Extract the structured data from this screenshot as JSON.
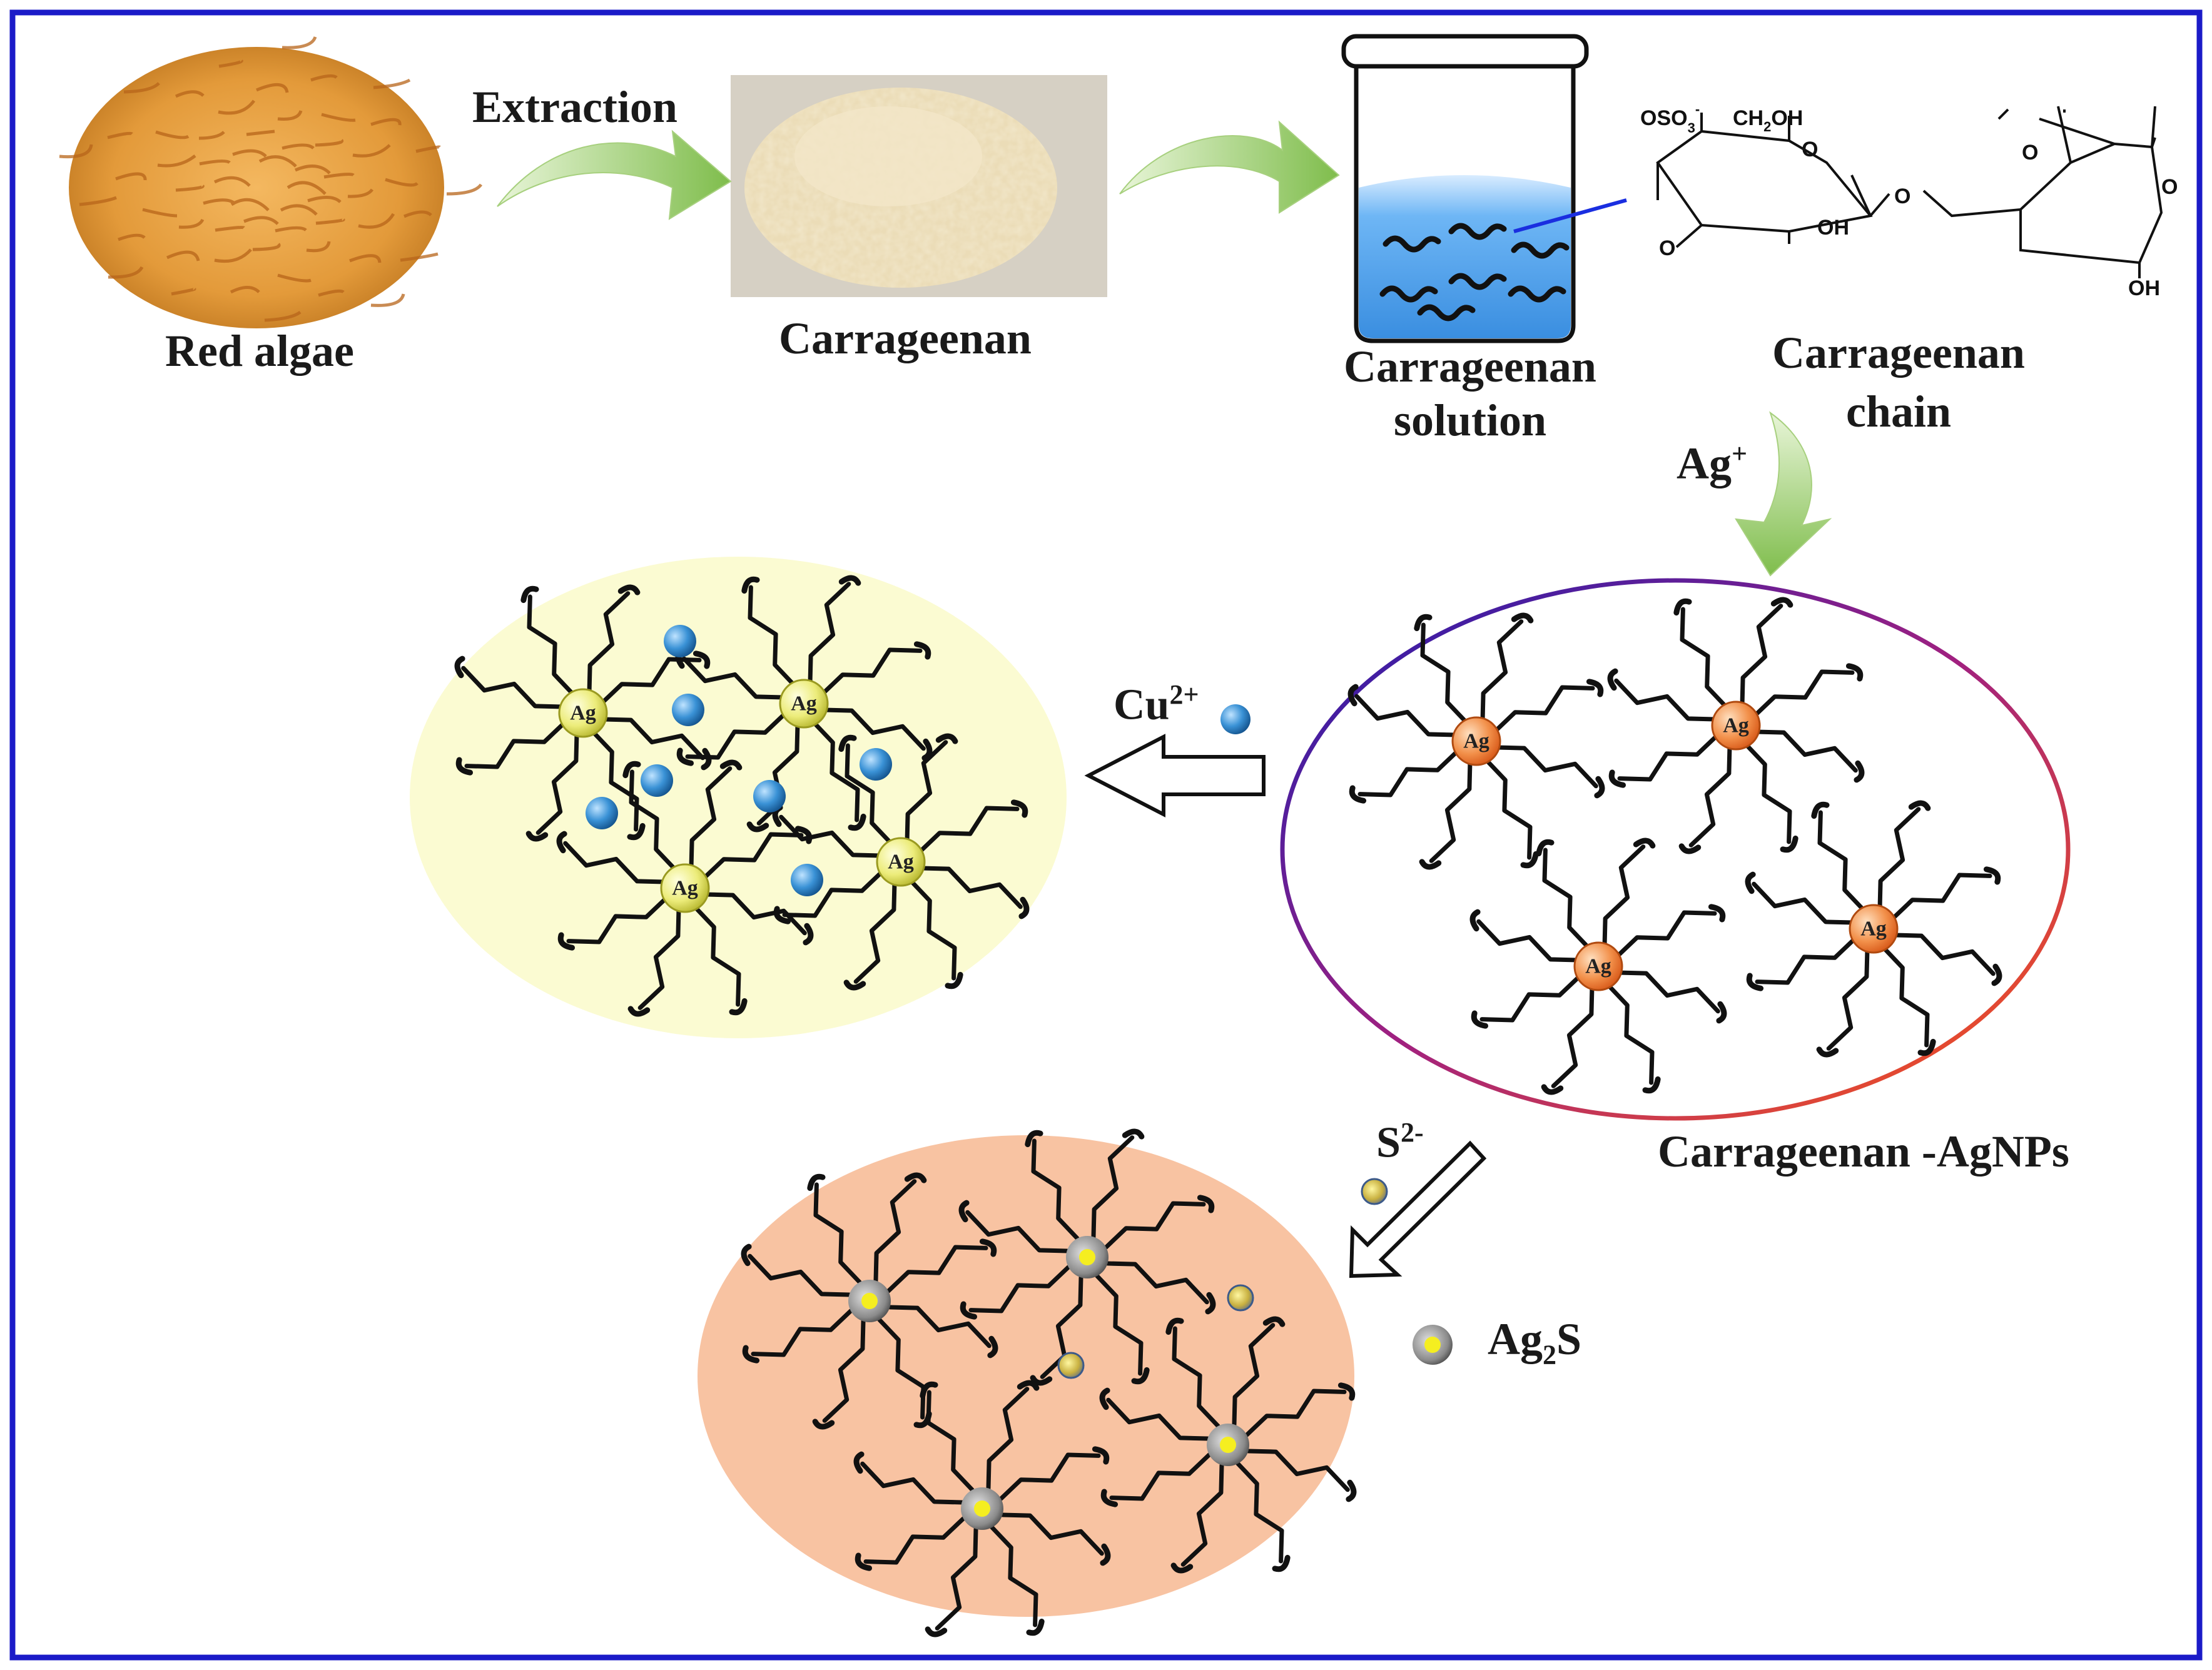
{
  "labels": {
    "red_algae": "Red  algae",
    "extraction": "Extraction",
    "carrageenan": "Carrageenan",
    "solution_line1": "Carrageenan",
    "solution_line2": "solution",
    "chain_line1": "Carrageenan",
    "chain_line2": "chain",
    "ag_ion": "Ag",
    "ag_ion_sup": "+",
    "cu_ion": "Cu",
    "cu_ion_sup": "2+",
    "s_ion": "S",
    "s_ion_sup": "2-",
    "agnps": "Carrageenan -AgNPs",
    "ag2s_base": "Ag",
    "ag2s_sub": "2",
    "ag2s_end": "S",
    "particle_label": "Ag"
  },
  "chemistry": {
    "oso3": "OSO",
    "oso3_sub": "3",
    "oso3_sup": "-",
    "ch2oh": "CH",
    "ch2oh_sub": "2",
    "ch2oh_end": "OH",
    "o": "O",
    "oh": "OH"
  },
  "colors": {
    "frame": "#1b1bc8",
    "green_arrow": "#8cc35a",
    "cu_ellipse": "#fbfbd2",
    "ag2s_ellipse": "#f8c3a2",
    "ag_particle_orange": "#f08a3c",
    "ag_particle_yellow": "#e6e86a",
    "cu_ion": "#2f86c8",
    "solution": "#5aaaf0"
  }
}
